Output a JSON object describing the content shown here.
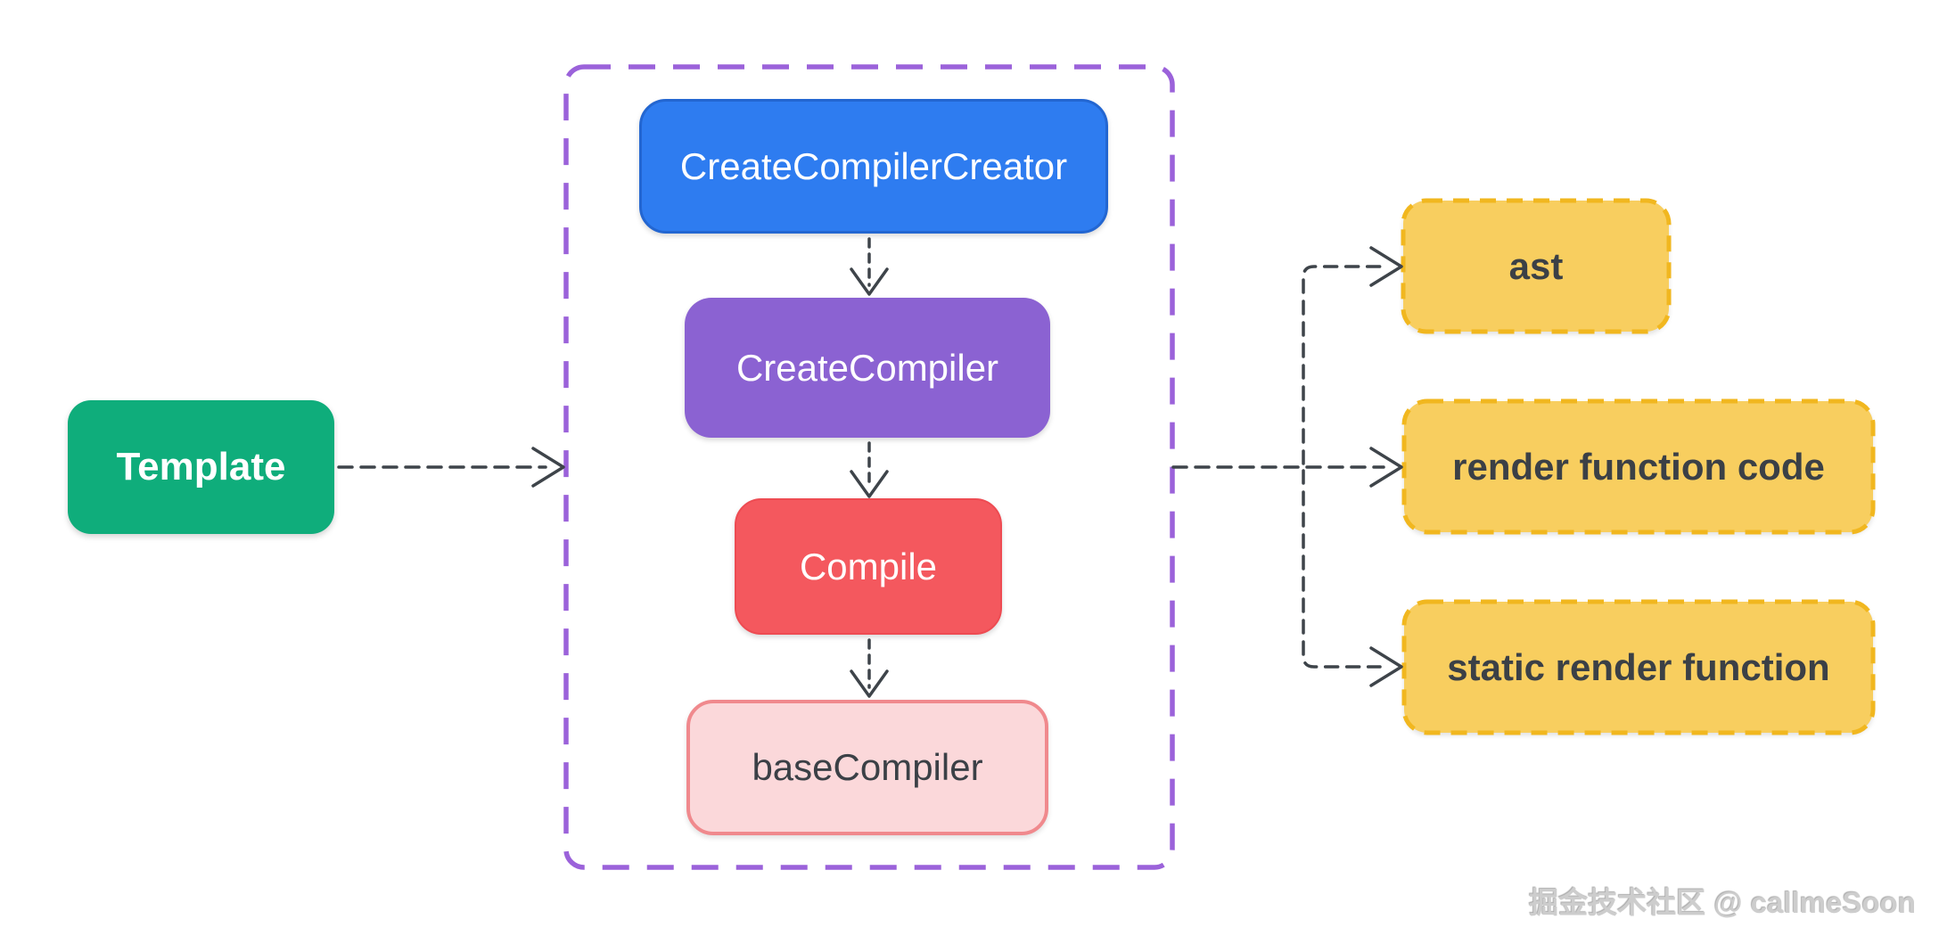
{
  "nodes": {
    "template": {
      "label": "Template",
      "color": "#0FAD7B"
    },
    "pipeline": [
      {
        "label": "CreateCompilerCreator",
        "color": "#2E7CF0"
      },
      {
        "label": "CreateCompiler",
        "color": "#8B62D2"
      },
      {
        "label": "Compile",
        "color": "#F4585E"
      },
      {
        "label": "baseCompiler",
        "color": "#FBD8DA"
      }
    ],
    "outputs": [
      {
        "label": "ast"
      },
      {
        "label": "render function code"
      },
      {
        "label": "static render function"
      }
    ]
  },
  "styles": {
    "output_fill": "#F8CE5F",
    "output_border": "#F1B71F",
    "pipeline_group_border": "#9B62DA",
    "connector_color": "#3E444A",
    "dark_text": "#3B4046",
    "base_compiler_border": "#F0898D"
  },
  "watermark": "掘金技术社区 @ callmeSoon"
}
